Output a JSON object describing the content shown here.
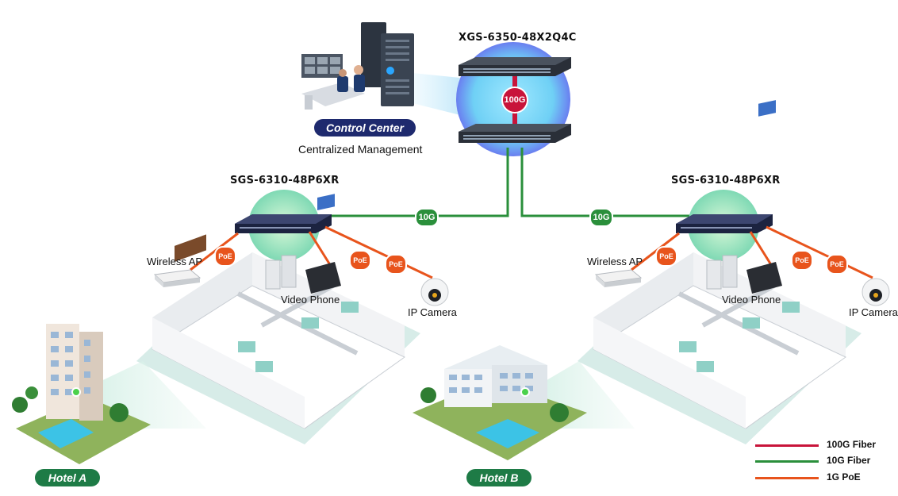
{
  "core": {
    "model": "XGS-6350-48X2Q4C",
    "link_label": "100G"
  },
  "control_center": {
    "title": "Control Center",
    "caption": "Centralized Management"
  },
  "sites": [
    {
      "switch_model": "SGS-6310-48P6XR",
      "uplink_label": "10G",
      "hotel": "Hotel A",
      "devices": {
        "ap": "Wireless AP",
        "phone": "Video Phone",
        "camera": "IP Camera",
        "poe": "PoE"
      }
    },
    {
      "switch_model": "SGS-6310-48P6XR",
      "uplink_label": "10G",
      "hotel": "Hotel B",
      "devices": {
        "ap": "Wireless AP",
        "phone": "Video Phone",
        "camera": "IP Camera",
        "poe": "PoE"
      }
    }
  ],
  "legend": [
    {
      "label": "100G Fiber",
      "color": "#c8143a"
    },
    {
      "label": "10G Fiber",
      "color": "#2a8f3b"
    },
    {
      "label": "1G PoE",
      "color": "#e8541c"
    }
  ],
  "colors": {
    "fiber10g": "#2a8f3b",
    "fiber100g": "#c8143a",
    "poe": "#e8541c",
    "navy": "#1e2a6e",
    "hotel_green": "#1e7b46"
  }
}
